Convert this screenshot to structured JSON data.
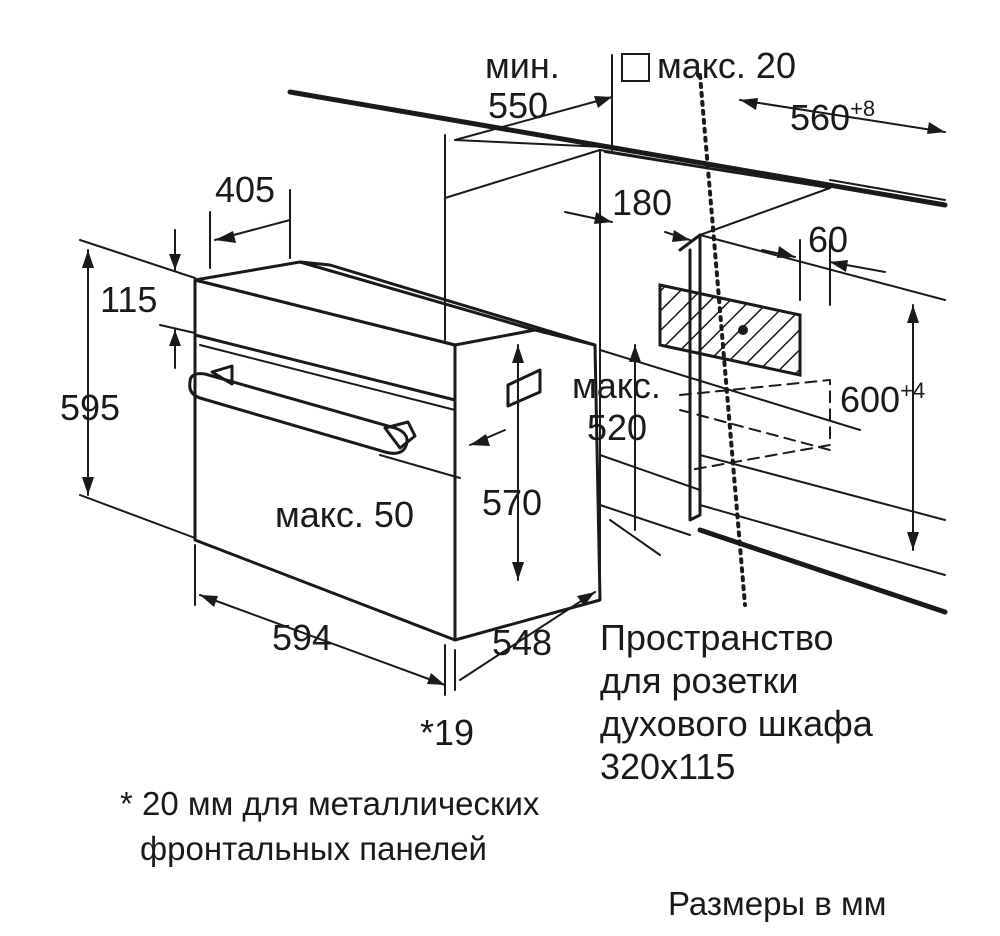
{
  "title": "",
  "labels": {
    "min": "мин.",
    "min_value": "550",
    "max20_box": "",
    "max20": "макс. 20",
    "w560": "560",
    "w560_tol": "+8",
    "d405": "405",
    "d180": "180",
    "d60": "60",
    "h115": "115",
    "h595": "595",
    "max520_a": "макс.",
    "max520_b": "520",
    "h600": "600",
    "h600_tol": "+4",
    "max50": "макс. 50",
    "h570": "570",
    "w594": "594",
    "d548": "548",
    "d19": "*19"
  },
  "socket_note": {
    "line1": "Пространство",
    "line2": "для розетки",
    "line3": "духового шкафа",
    "line4": "320x115"
  },
  "footnote": {
    "line1": "* 20 мм для металлических",
    "line2": "фронтальных панелей"
  },
  "units_note": "Размеры в мм",
  "colors": {
    "ink": "#1a1a1a",
    "paper": "#ffffff"
  }
}
